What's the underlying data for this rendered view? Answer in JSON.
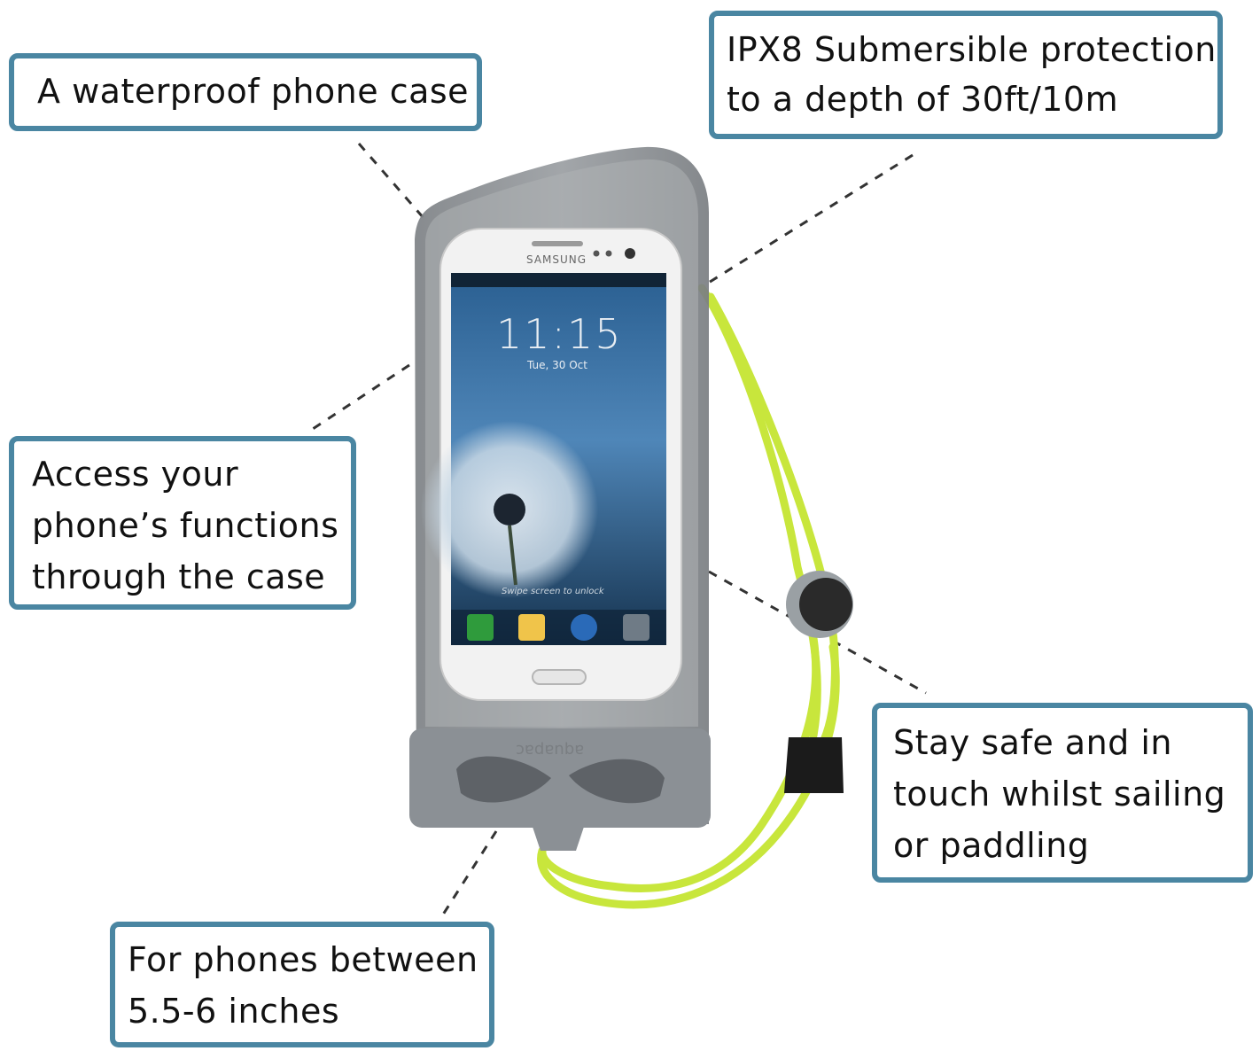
{
  "callouts": {
    "waterproof": {
      "lines": [
        "A waterproof phone case"
      ]
    },
    "ipx8": {
      "lines": [
        "IPX8 Submersible protection",
        "to a depth of 30ft/10m"
      ]
    },
    "access": {
      "lines": [
        "Access your",
        "phone’s functions",
        "through the case"
      ]
    },
    "safe": {
      "lines": [
        "Stay safe and in",
        "touch whilst sailing",
        "or paddling"
      ]
    },
    "size": {
      "lines": [
        "For phones between",
        "5.5-6 inches"
      ]
    }
  },
  "phone": {
    "brand": "SAMSUNG",
    "clock": "11:15",
    "date": "Tue, 30 Oct",
    "unlock_hint": "Swipe screen to unlock"
  },
  "case": {
    "brand": "aquapac"
  },
  "colors": {
    "callout_border": "#4a86a2",
    "lanyard": "#c8e63c",
    "case_body": "#8d9196",
    "phone_body": "#f2f2f2"
  }
}
